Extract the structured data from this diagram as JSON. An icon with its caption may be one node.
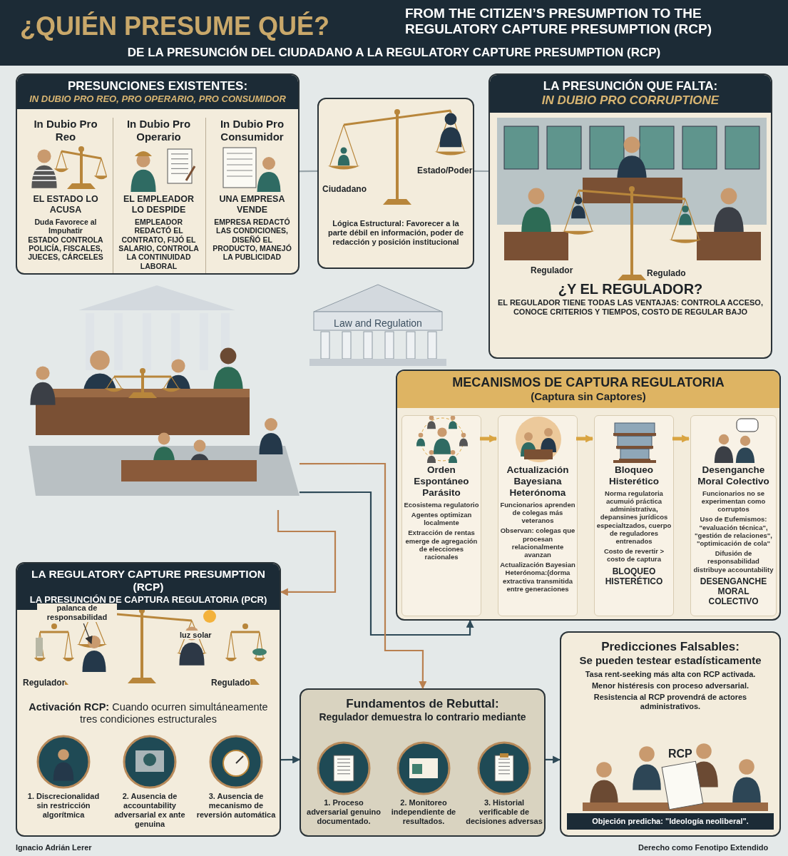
{
  "diagram": {
    "title": "¿QUIÉN PRESUME QUÉ?",
    "nodes": [
      {
        "text": [
          "PRESUNCIONES EXISTENTES:",
          "IN DUBIO PRO REO, PRO OPERARIO, PRO CONSUMIDOR"
        ]
      },
      {
        "text": [
          "In Dubio Pro Reo",
          "EL ESTADO LO ACUSA",
          "Duda Favorece al Impuhatir",
          "ESTADO CONTROLA POLICÍA, FISCALES, JUECES, CÁRCELES"
        ],
        "in": 0
      },
      {
        "text": [
          "In Dubio Pro Operario",
          "EL EMPLEADOR LO DESPIDE",
          "EMPLEADOR REDACTÓ EL CONTRATO, FIJÓ EL SALARIO, CONTROLA LA CONTINUIDAD LABORAL"
        ],
        "in": 0
      },
      {
        "text": [
          "In Dubio Pro Consumidor",
          "UNA EMPRESA VENDE",
          "EMPRESA REDACTÓ LAS CONDICIONES, DISEÑÓ EL PRODUCTO, MANEJÓ LA PUBLICIDAD"
        ],
        "in": 0
      },
      {
        "text": [
          "Lógica Estructural: Favorecer a la parte débil en información, poder de redacción y posición institucional"
        ]
      },
      {
        "text": [
          "LA PRESUNCIÓN QUE FALTA:",
          "IN DUBIO PRO CORRUPTIONE",
          "¿Y EL REGULADOR?",
          "EL REGULADOR TIENE TODAS LAS VENTAJAS: CONTROLA ACCESO, CONOCE CRITERIOS Y TIEMPOS, COSTO DE REGULAR BAJO"
        ]
      },
      {
        "text": [
          "Law and Regulation"
        ]
      },
      {
        "text": [],
        "shape": "picture"
      },
      {
        "text": [
          "MECANISMOS DE CAPTURA REGULATORIA",
          "(Captura sin Captores)"
        ]
      },
      {
        "text": [
          "Orden Espontáneo Parásito",
          "Ecosistema regulatorio",
          "Agentes optimizan localmente",
          "Extracción de rentas emerge de agregación de elecciones racionales"
        ],
        "in": 8
      },
      {
        "text": [
          "Actualización Bayesiana Heterónoma",
          "Funcionarios aprenden de colegas más veteranos",
          "Observan: colegas que procesan relacionalmente avanzan",
          "Actualización Bayesian Heterónoma:(dorma extractiva transmitida entre generaciones"
        ],
        "in": 8
      },
      {
        "text": [
          "Bloqueo Histerético",
          "Norma regulatoria acumuió práctica administrativa, depansines jurídicos especialtzados, cuerpo de reguladores entrenados",
          "Costo de revertir > costo de captura",
          "BLOQUEO HISTERÉTICO"
        ],
        "in": 8
      },
      {
        "text": [
          "Desenganche Moral Colectivo",
          "Funcionarios no se experimentan como corruptos",
          "Uso de Eufemismos: \"evaluación técnica\", \"gestión de relaciones\", \"optimicación de cola\"",
          "Difusión de responsabilidad distribuye accountability",
          "DESENGANCHE MORAL COLECTIVO"
        ],
        "in": 8
      },
      {
        "text": [
          "LA REGULATORY CAPTURE PRESUMPTION (RCP)",
          "LA PRESUNCIÓN DE CAPTURA REGULATORIA (PCR)",
          "**Activación RCP:** Cuando ocurren simultáneamente tres condiciones estructurales"
        ]
      },
      {
        "text": [
          "palanca de responsabilidad"
        ],
        "in": 13
      },
      {
        "text": [
          "1. Discrecionalidad sin restricción algorítmica"
        ],
        "in": 13
      },
      {
        "text": [
          "2. Ausencia de accountability adversarial ex ante genuina"
        ],
        "in": 13
      },
      {
        "text": [
          "3. Ausencia de mecanismo de reversión automática"
        ],
        "in": 13
      },
      {
        "text": [
          "Fundamentos de Rebuttal:",
          "Regulador demuestra lo contrario mediante"
        ]
      },
      {
        "text": [
          "1. Proceso adversarial genuino documentado."
        ],
        "in": 18
      },
      {
        "text": [
          "2. Monitoreo independiente de resultados."
        ],
        "in": 18
      },
      {
        "text": [
          "3. Historial verificable de decisiones adversas"
        ],
        "in": 18
      },
      {
        "text": [
          "Predicciones Falsables:",
          "Se pueden testear estadísticamente",
          "Tasa rent-seeking más alta con RCP activada.",
          "Menor histéresis con proceso adversarial.",
          "Resistencia al RCP provendrá de actores administrativos.",
          "Objeción predicha: \"Ideología neoliberal\"."
        ]
      }
    ],
    "edges": [
      {
        "from": 0,
        "to": 4,
        "arrow": "none",
        "color": "#9aa6ab"
      },
      {
        "from": 4,
        "to": 5,
        "arrow": "none",
        "color": "#9aa6ab"
      },
      {
        "from": 9,
        "to": 10,
        "arrow": "to",
        "color": "#d9a441",
        "style": "thick"
      },
      {
        "from": 10,
        "to": 11,
        "arrow": "to",
        "color": "#d9a441",
        "style": "thick"
      },
      {
        "from": 11,
        "to": 12,
        "arrow": "to",
        "color": "#d9a441",
        "style": "thick"
      },
      {
        "from": 7,
        "to": 13,
        "arrow": "to",
        "color": "#b98050"
      },
      {
        "from": 7,
        "to": 8,
        "arrow": "to",
        "color": "#2e4a58"
      },
      {
        "from": 7,
        "to": 18,
        "arrow": "to",
        "color": "#b98050"
      },
      {
        "from": 14,
        "to": null,
        "arrow": "to",
        "color": "#333333"
      },
      {
        "from": 13,
        "to": 18,
        "arrow": "to",
        "color": "#2e4a58"
      },
      {
        "from": 18,
        "to": 22,
        "arrow": "to",
        "color": "#2e4a58"
      }
    ],
    "labels": [
      "FROM THE CITIZEN’S PRESUMPTION TO THE REGULATORY CAPTURE PRESUMPTION (RCP)",
      "DE LA PRESUNCIÓN DEL CIUDADANO A LA REGULATORY CAPTURE PRESUMPTION (RCP)",
      "Ciudadano",
      "Estado/Poder",
      "Regulador",
      "Regulado",
      "luz solar",
      "Regulador",
      "Regulado",
      "RCP",
      "Ignacio Adrián Lerer",
      "Derecho como Fenotipo Extendido"
    ]
  }
}
